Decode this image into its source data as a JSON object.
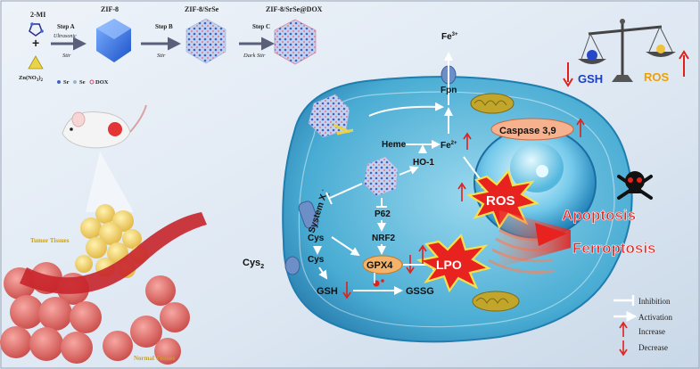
{
  "synthesis": {
    "reagent_1": "2-MI",
    "reagent_2": "Zn(NO",
    "reagent_2_sub": "3",
    "reagent_2_end": ")",
    "reagent_2_sub2": "2",
    "step_a": "Step A",
    "step_a_sub": "Ultrasonic",
    "step_a_cond": "Stir",
    "product_1": "ZIF-8",
    "step_b": "Step B",
    "step_b_cond": "Stir",
    "product_2": "ZIF-8/SrSe",
    "step_c": "Step C",
    "step_c_cond": "Dark Stir",
    "product_3": "ZIF-8/SrSe@DOX",
    "legend_sr": "Sr",
    "legend_se": "Se",
    "legend_dox": "DOX"
  },
  "balance": {
    "left": "GSH",
    "right": "ROS"
  },
  "tissue": {
    "tumor": "Tumor Tissues",
    "normal": "Normal Tissues"
  },
  "pathway": {
    "fe3": "Fe",
    "fe3_sup": "3+",
    "fpn": "Fpn",
    "heme": "Heme",
    "fe2": "Fe",
    "fe2_sup": "2+",
    "ho1": "HO-1",
    "system": "System X",
    "system_sub": "c",
    "system_sup": "-",
    "p62": "P62",
    "nrf2": "NRF2",
    "cys_in": "Cys",
    "cys_mid": "Cys",
    "cys2": "Cys",
    "cys2_sub": "2",
    "gpx4": "GPX4",
    "gsh": "GSH",
    "gssg": "GSSG",
    "caspase": "Caspase 3,9",
    "ros": "ROS",
    "lpo": "LPO",
    "apoptosis": "Apoptosis",
    "ferroptosis": "Ferroptosis"
  },
  "legend": {
    "inhibition": "Inhibition",
    "activation": "Activation",
    "increase": "Increase",
    "decrease": "Decrease"
  },
  "colors": {
    "increase": "#e0201a",
    "cell": "#4fb2d6",
    "apoptosis": "#e8231f",
    "background": "#dfe8f3"
  }
}
